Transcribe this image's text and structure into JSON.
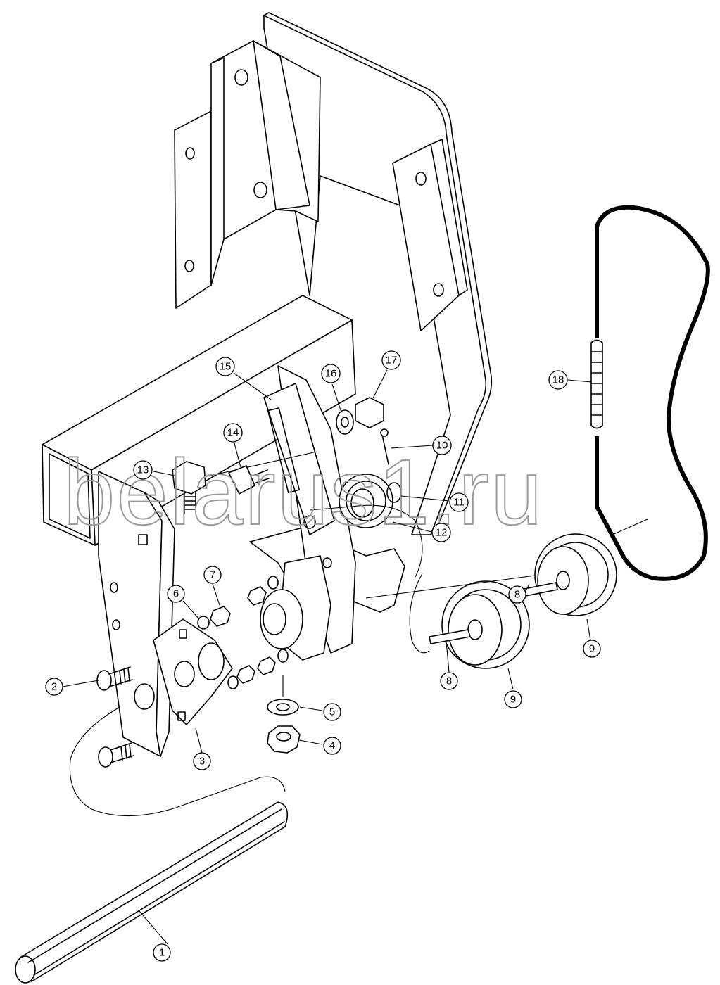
{
  "diagram": {
    "watermark": "belarus1.ru",
    "callouts": [
      {
        "id": "c1",
        "label": "1"
      },
      {
        "id": "c2",
        "label": "2"
      },
      {
        "id": "c3",
        "label": "3"
      },
      {
        "id": "c4",
        "label": "4"
      },
      {
        "id": "c5",
        "label": "5"
      },
      {
        "id": "c6",
        "label": "6"
      },
      {
        "id": "c7",
        "label": "7"
      },
      {
        "id": "c8a",
        "label": "8"
      },
      {
        "id": "c8b",
        "label": "8"
      },
      {
        "id": "c9a",
        "label": "9"
      },
      {
        "id": "c9b",
        "label": "9"
      },
      {
        "id": "c10",
        "label": "10"
      },
      {
        "id": "c11",
        "label": "11"
      },
      {
        "id": "c12",
        "label": "12"
      },
      {
        "id": "c13",
        "label": "13"
      },
      {
        "id": "c14",
        "label": "14"
      },
      {
        "id": "c15",
        "label": "15"
      },
      {
        "id": "c16",
        "label": "16"
      },
      {
        "id": "c17",
        "label": "17"
      },
      {
        "id": "c18",
        "label": "18"
      }
    ]
  }
}
